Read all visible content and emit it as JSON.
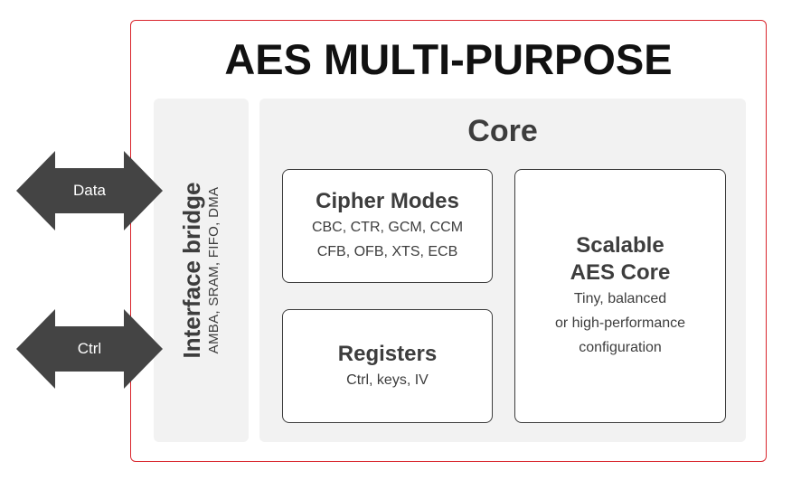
{
  "title": "AES MULTI-PURPOSE",
  "interface_bridge": {
    "title": "Interface bridge",
    "subtitle": "AMBA, SRAM, FIFO, DMA"
  },
  "core": {
    "title": "Core",
    "cipher_modes": {
      "title": "Cipher Modes",
      "line1": "CBC, CTR, GCM, CCM",
      "line2": "CFB, OFB, XTS, ECB"
    },
    "registers": {
      "title": "Registers",
      "line1": "Ctrl, keys, IV"
    },
    "scalable": {
      "title_line1": "Scalable",
      "title_line2": "AES Core",
      "line1": "Tiny, balanced",
      "line2": "or high-performance",
      "line3": "configuration"
    }
  },
  "arrows": {
    "data": "Data",
    "ctrl": "Ctrl"
  },
  "colors": {
    "border_accent": "#d9252c",
    "panel": "#f2f2f2",
    "dark": "#3d3d3d",
    "arrow": "#444444"
  }
}
